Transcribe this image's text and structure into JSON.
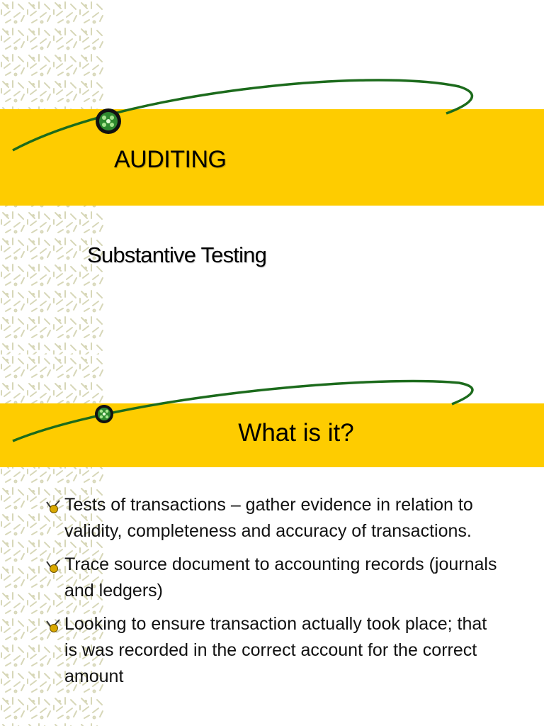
{
  "slides": [
    {
      "title": "AUDITING",
      "subtitle": "Substantive Testing"
    },
    {
      "title": "What is it?",
      "bullets": [
        "Tests of transactions – gather evidence in relation to validity, completeness and accuracy of transactions.",
        "Trace source document to accounting records (journals and ledgers)",
        "Looking to ensure transaction actually took place; that is was recorded in the correct account for the correct amount"
      ]
    }
  ],
  "theme": {
    "band_color": "#fecc00",
    "swoosh_color": "#1c6b1c",
    "bullet_icon": "checkmark-bullet-icon",
    "ornament_icon": "green-orb-icon"
  }
}
